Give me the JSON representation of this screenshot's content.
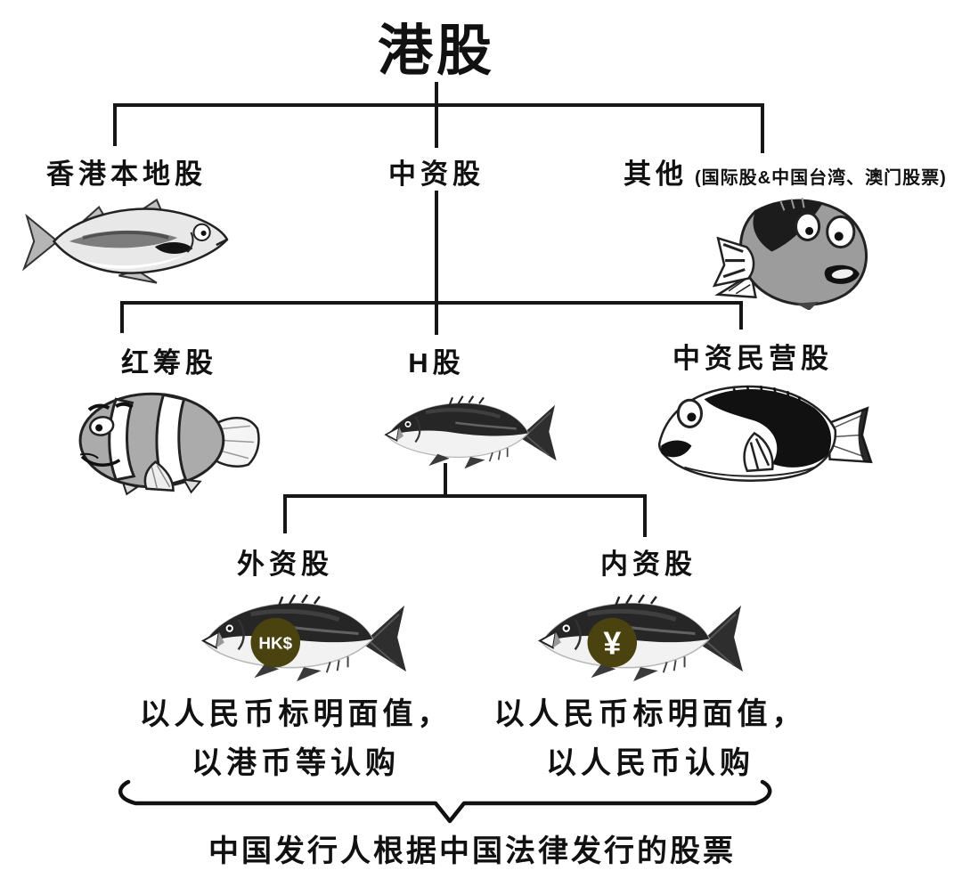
{
  "title": "港股",
  "tree": {
    "level1": [
      {
        "label": "香港本地股"
      },
      {
        "label": "中资股"
      },
      {
        "label": "其他",
        "note": "(国际股&中国台湾、澳门股票)"
      }
    ],
    "level2": [
      {
        "label": "红筹股"
      },
      {
        "label": "H股"
      },
      {
        "label": "中资民营股"
      }
    ],
    "level3": [
      {
        "label": "外资股",
        "coin": "HK$",
        "desc1": "以人民币标明面值，",
        "desc2": "以港币等认购"
      },
      {
        "label": "内资股",
        "coin": "¥",
        "desc1": "以人民币标明面值，",
        "desc2": "以人民币认购"
      }
    ]
  },
  "footer": "中国发行人根据中国法律发行的股票",
  "colors": {
    "line": "#161616",
    "coin": "#4a420f",
    "coin_text": "#ffffff"
  },
  "icons": {
    "top_left": "mackerel-sketch-fish-icon",
    "top_right": "dory-cartoon-fish-icon",
    "mid_left": "clownfish-icon",
    "mid_center": "ink-fish-icon",
    "mid_right": "black-tang-fish-icon",
    "bottom_left": "ink-fish-hkd-coin-icon",
    "bottom_right": "ink-fish-cny-coin-icon"
  }
}
